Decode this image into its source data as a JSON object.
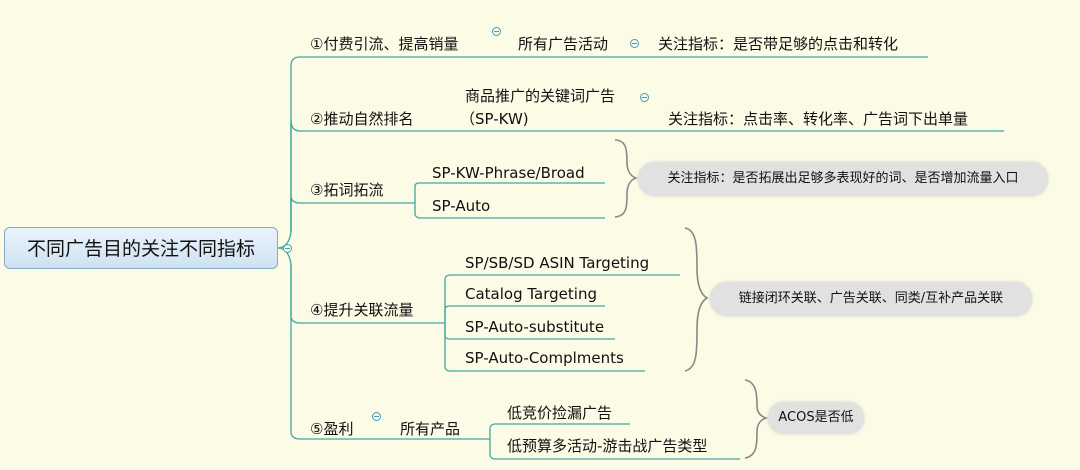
{
  "root": {
    "label": "不同广告目的关注不同指标"
  },
  "branches": [
    {
      "label": "①付费引流、提高销量",
      "child": "所有广告活动",
      "note": "关注指标：是否带足够的点击和转化"
    },
    {
      "label": "②推动自然排名",
      "child_line1": "商品推广的关键词广告",
      "child_line2": "（SP-KW)",
      "note": "关注指标：点击率、转化率、广告词下出单量"
    },
    {
      "label": "③拓词拓流",
      "children": [
        "SP-KW-Phrase/Broad",
        "SP-Auto"
      ],
      "summary": "关注指标：是否拓展出足够多表现好的词、是否增加流量入口"
    },
    {
      "label": "④提升关联流量",
      "children": [
        "SP/SB/SD ASIN  Targeting",
        "Catalog Targeting",
        "SP-Auto-substitute",
        "SP-Auto-Complments"
      ],
      "summary": "链接闭环关联、广告关联、同类/互补产品关联"
    },
    {
      "label": "⑤盈利",
      "child": "所有产品",
      "children": [
        "低竞价捡漏广告",
        "低预算多活动-游击战广告类型"
      ],
      "summary": "ACOS是否低"
    }
  ],
  "colors": {
    "background": "#fbfbe6",
    "line": "#3fa8a0",
    "brace": "#888888",
    "root_border": "#86a8c9"
  }
}
